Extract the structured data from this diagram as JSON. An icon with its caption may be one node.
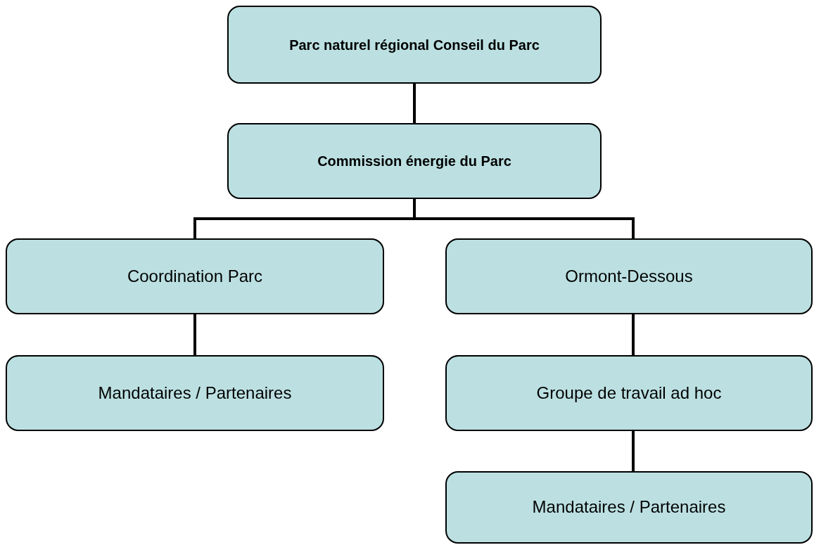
{
  "diagram": {
    "nodes": [
      {
        "text": [
          "Parc naturel régional Conseil du Parc"
        ]
      },
      {
        "text": [
          "Commission énergie du Parc"
        ]
      },
      {
        "text": [
          "Coordination Parc"
        ]
      },
      {
        "text": [
          "Ormont-Dessous"
        ]
      },
      {
        "text": [
          "Mandataires / Partenaires"
        ]
      },
      {
        "text": [
          "Groupe de travail ad hoc"
        ]
      },
      {
        "text": [
          "Mandataires / Partenaires"
        ]
      }
    ],
    "edges": [
      {
        "from": 0,
        "to": 1,
        "arrow": "none"
      },
      {
        "from": 1,
        "to": 2,
        "arrow": "none"
      },
      {
        "from": 1,
        "to": 3,
        "arrow": "none"
      },
      {
        "from": 2,
        "to": 4,
        "arrow": "none"
      },
      {
        "from": 3,
        "to": 5,
        "arrow": "none"
      },
      {
        "from": 5,
        "to": 6,
        "arrow": "none"
      }
    ]
  }
}
